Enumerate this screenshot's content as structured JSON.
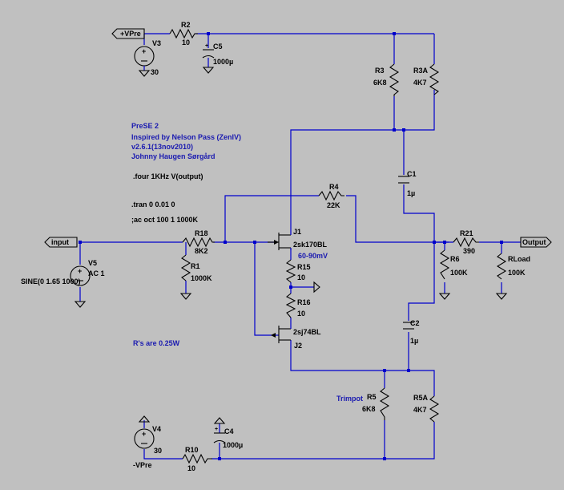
{
  "title_block": {
    "line1": "PreSE 2",
    "line2": "Inspired by Nelson Pass (ZenIV)",
    "line3": "v2.6.1(13nov2010)",
    "line4": "Johnny Haugen Sørgård"
  },
  "directives": {
    "four": ".four 1KHz V(output)",
    "tran": ".tran 0 0.01 0",
    "ac": ";ac oct 100 1 1000K",
    "resistor_note": "R's are 0.25W",
    "bias_note": "60-90mV",
    "trimpot_note": "Trimpot"
  },
  "nets": {
    "vpre_pos": "+VPre",
    "vpre_neg": "-VPre",
    "input": "input",
    "output": "Output"
  },
  "components": {
    "V3": {
      "name": "V3",
      "value": "30"
    },
    "V4": {
      "name": "V4",
      "value": "30"
    },
    "V5": {
      "name": "V5",
      "value": "AC 1",
      "extra": "SINE(0 1.65 1000)"
    },
    "R2": {
      "name": "R2",
      "value": "10"
    },
    "R10": {
      "name": "R10",
      "value": "10"
    },
    "C5": {
      "name": "C5",
      "value": "1000µ"
    },
    "C4": {
      "name": "C4",
      "value": "1000µ"
    },
    "R3": {
      "name": "R3",
      "value": "6K8"
    },
    "R3A": {
      "name": "R3A",
      "value": "4K7"
    },
    "R5": {
      "name": "R5",
      "value": "6K8"
    },
    "R5A": {
      "name": "R5A",
      "value": "4K7"
    },
    "C1": {
      "name": "C1",
      "value": "1µ"
    },
    "C2": {
      "name": "C2",
      "value": "1µ"
    },
    "R4": {
      "name": "R4",
      "value": "22K"
    },
    "R18": {
      "name": "R18",
      "value": "8K2"
    },
    "R1": {
      "name": "R1",
      "value": "1000K"
    },
    "J1": {
      "name": "J1",
      "value": "2sk170BL"
    },
    "J2": {
      "name": "J2",
      "value": "2sj74BL"
    },
    "R15": {
      "name": "R15",
      "value": "10"
    },
    "R16": {
      "name": "R16",
      "value": "10"
    },
    "R21": {
      "name": "R21",
      "value": "390"
    },
    "R6": {
      "name": "R6",
      "value": "100K"
    },
    "RLoad": {
      "name": "RLoad",
      "value": "100K"
    }
  }
}
